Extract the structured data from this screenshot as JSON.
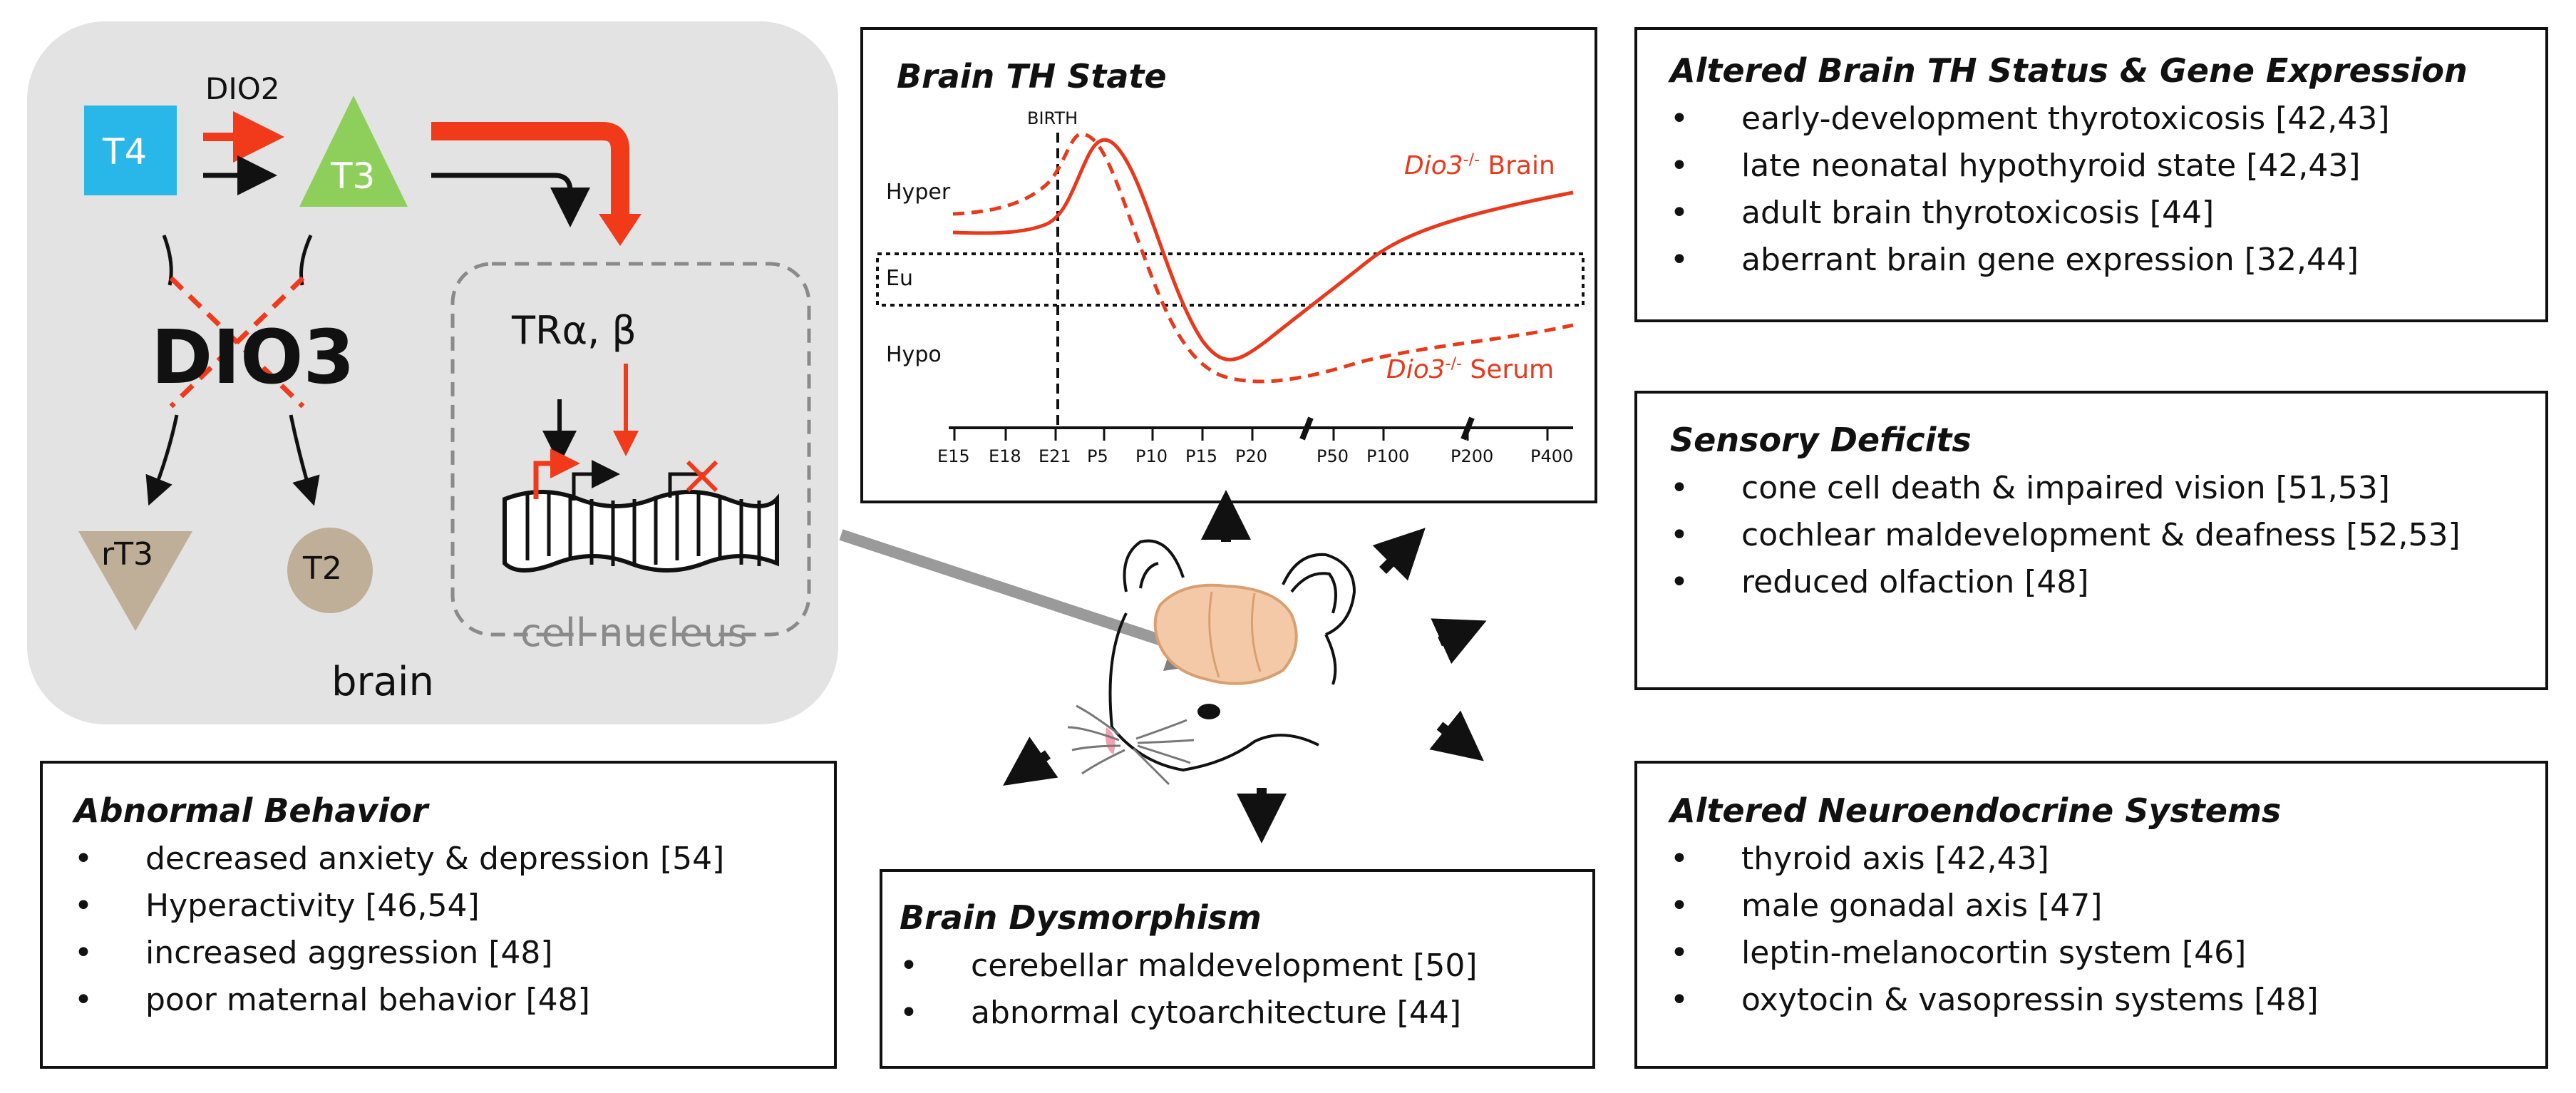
{
  "brain_panel": {
    "t4": "T4",
    "t3": "T3",
    "dio2": "DIO2",
    "dio3": "DIO3",
    "rt3": "rT3",
    "t2": "T2",
    "tr": "TRα, β",
    "nucleus": "cell nucleus",
    "brain": "brain"
  },
  "th_state": {
    "title": "Brain TH State",
    "birth": "BIRTH",
    "levels": [
      "Hyper",
      "Eu",
      "Hypo"
    ],
    "ticks": [
      "E15",
      "E18",
      "E21",
      "P5",
      "P10",
      "P15",
      "P20",
      "P50",
      "P100",
      "P200",
      "P400"
    ],
    "brain_label_gene": "Dio3",
    "brain_label_sup": "-/-",
    "brain_label_tail": " Brain",
    "serum_label_gene": "Dio3",
    "serum_label_sup": "-/-",
    "serum_label_tail": " Serum",
    "colors": {
      "curve": "#e8391c"
    }
  },
  "altered_th": {
    "title": "Altered Brain TH Status & Gene Expression",
    "items": [
      "early-development thyrotoxicosis [42,43]",
      "late neonatal hypothyroid state [42,43]",
      "adult brain thyrotoxicosis [44]",
      "aberrant brain gene expression [32,44]"
    ]
  },
  "sensory": {
    "title": "Sensory Deficits",
    "items": [
      "cone cell death & impaired vision [51,53]",
      "cochlear maldevelopment & deafness [52,53]",
      "reduced olfaction [48]"
    ]
  },
  "neuroendocrine": {
    "title": "Altered Neuroendocrine Systems",
    "items": [
      "thyroid axis [42,43]",
      "male gonadal axis [47]",
      "leptin-melanocortin system [46]",
      "oxytocin & vasopressin systems [48]"
    ]
  },
  "behavior": {
    "title": "Abnormal Behavior",
    "items": [
      "decreased anxiety & depression [54]",
      "Hyperactivity [46,54]",
      "increased aggression [48]",
      "poor maternal behavior [48]"
    ]
  },
  "dysmorphism": {
    "title": "Brain Dysmorphism",
    "items": [
      "cerebellar maldevelopment [50]",
      "abnormal cytoarchitecture [44]"
    ]
  },
  "colors": {
    "red": "#f03a1a",
    "t4_blue": "#29b6e8",
    "t3_green": "#8dcf5a",
    "metabolite": "#bfae98",
    "brain_pink": "#f4c9a8"
  }
}
